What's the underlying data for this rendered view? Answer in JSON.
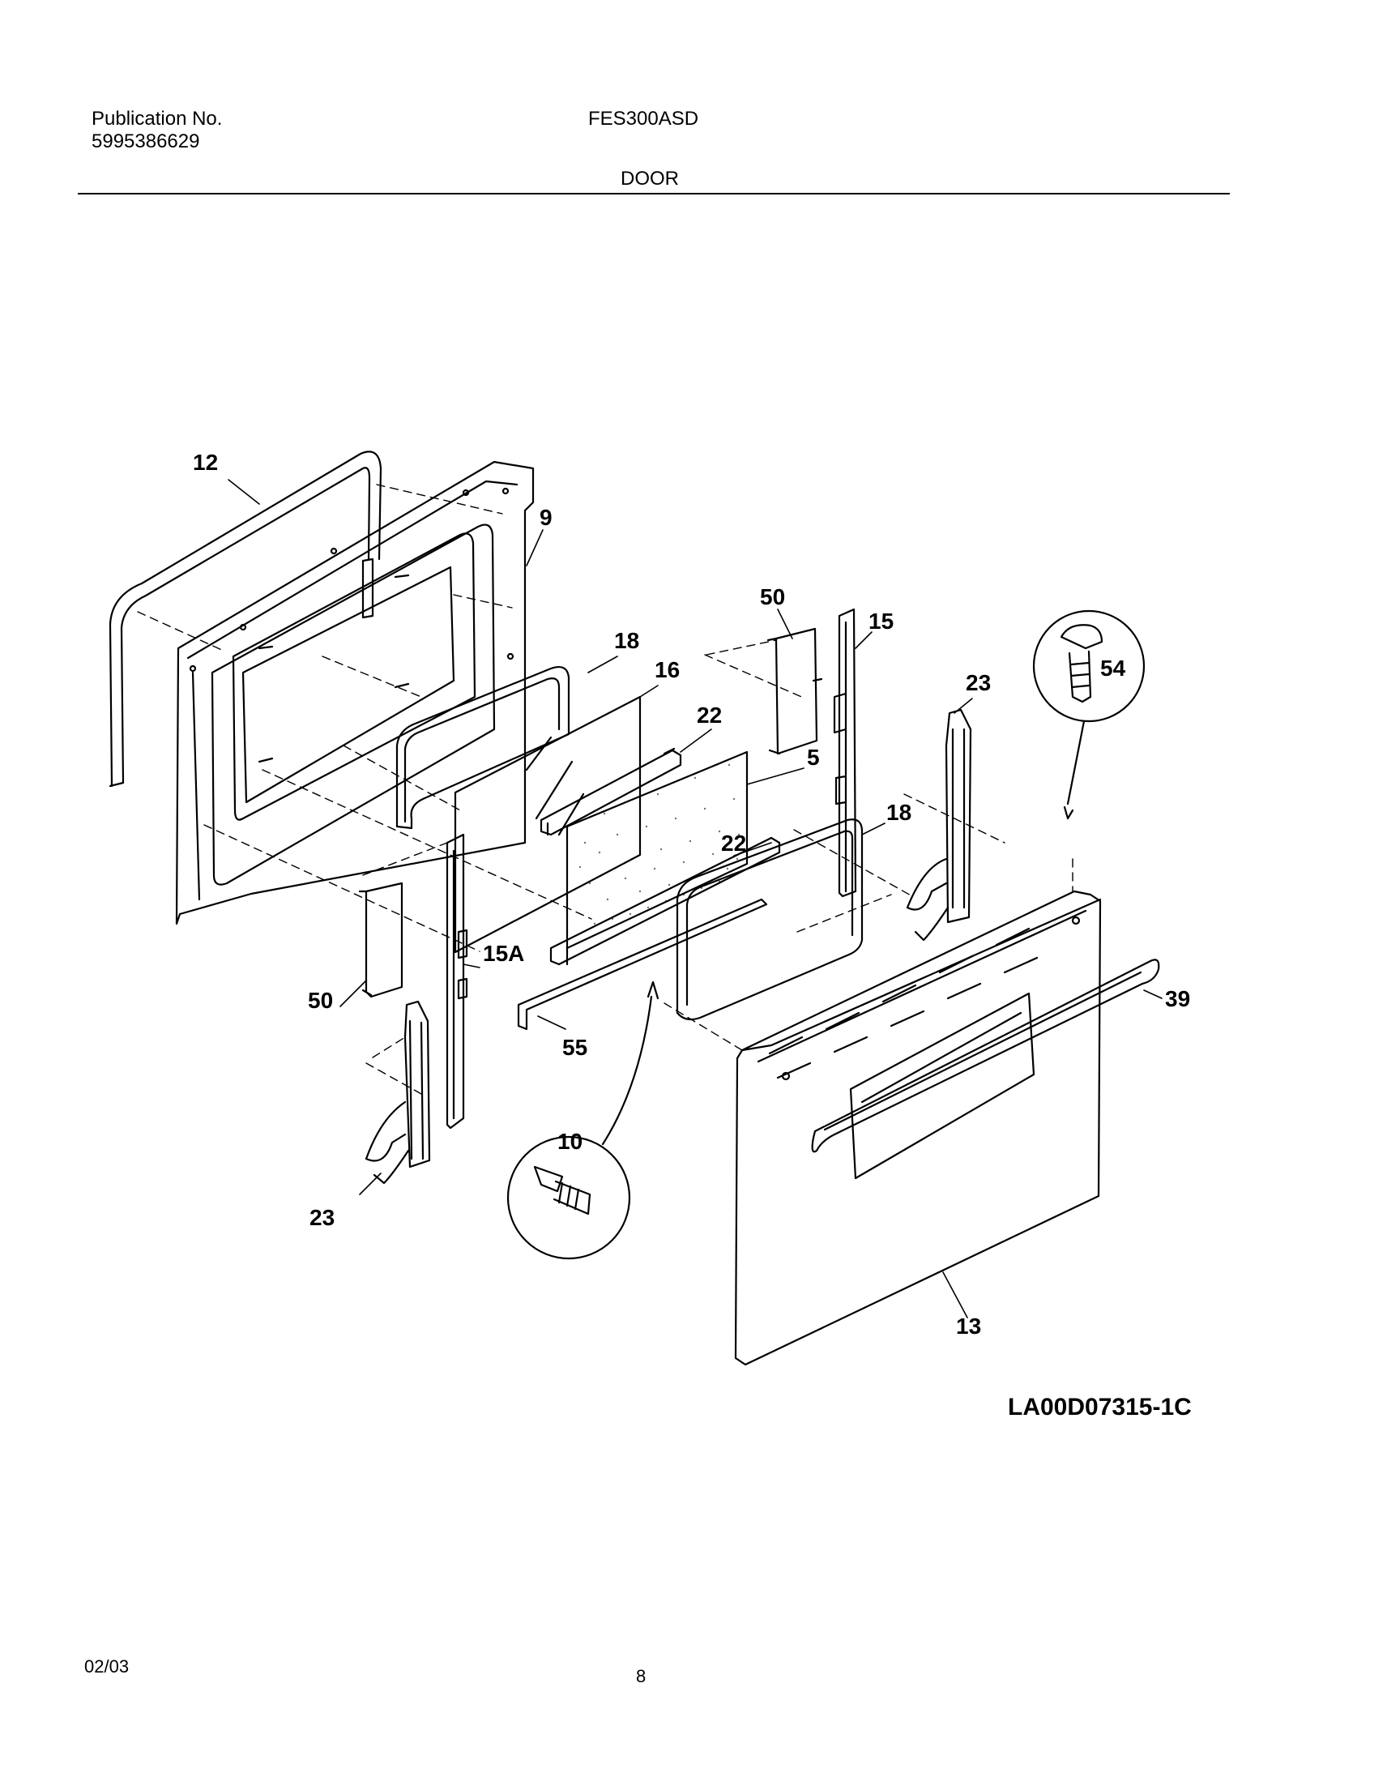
{
  "header": {
    "publication_label": "Publication No.",
    "publication_number": "5995386629",
    "model": "FES300ASD",
    "section": "DOOR"
  },
  "diagram": {
    "code": "LA00D07315-1C",
    "part_labels": [
      "12",
      "9",
      "50",
      "15",
      "18",
      "16",
      "22",
      "54",
      "23",
      "5",
      "18",
      "22",
      "15A",
      "50",
      "39",
      "55",
      "10",
      "23",
      "13"
    ]
  },
  "footer": {
    "date": "02/03",
    "page": "8"
  }
}
